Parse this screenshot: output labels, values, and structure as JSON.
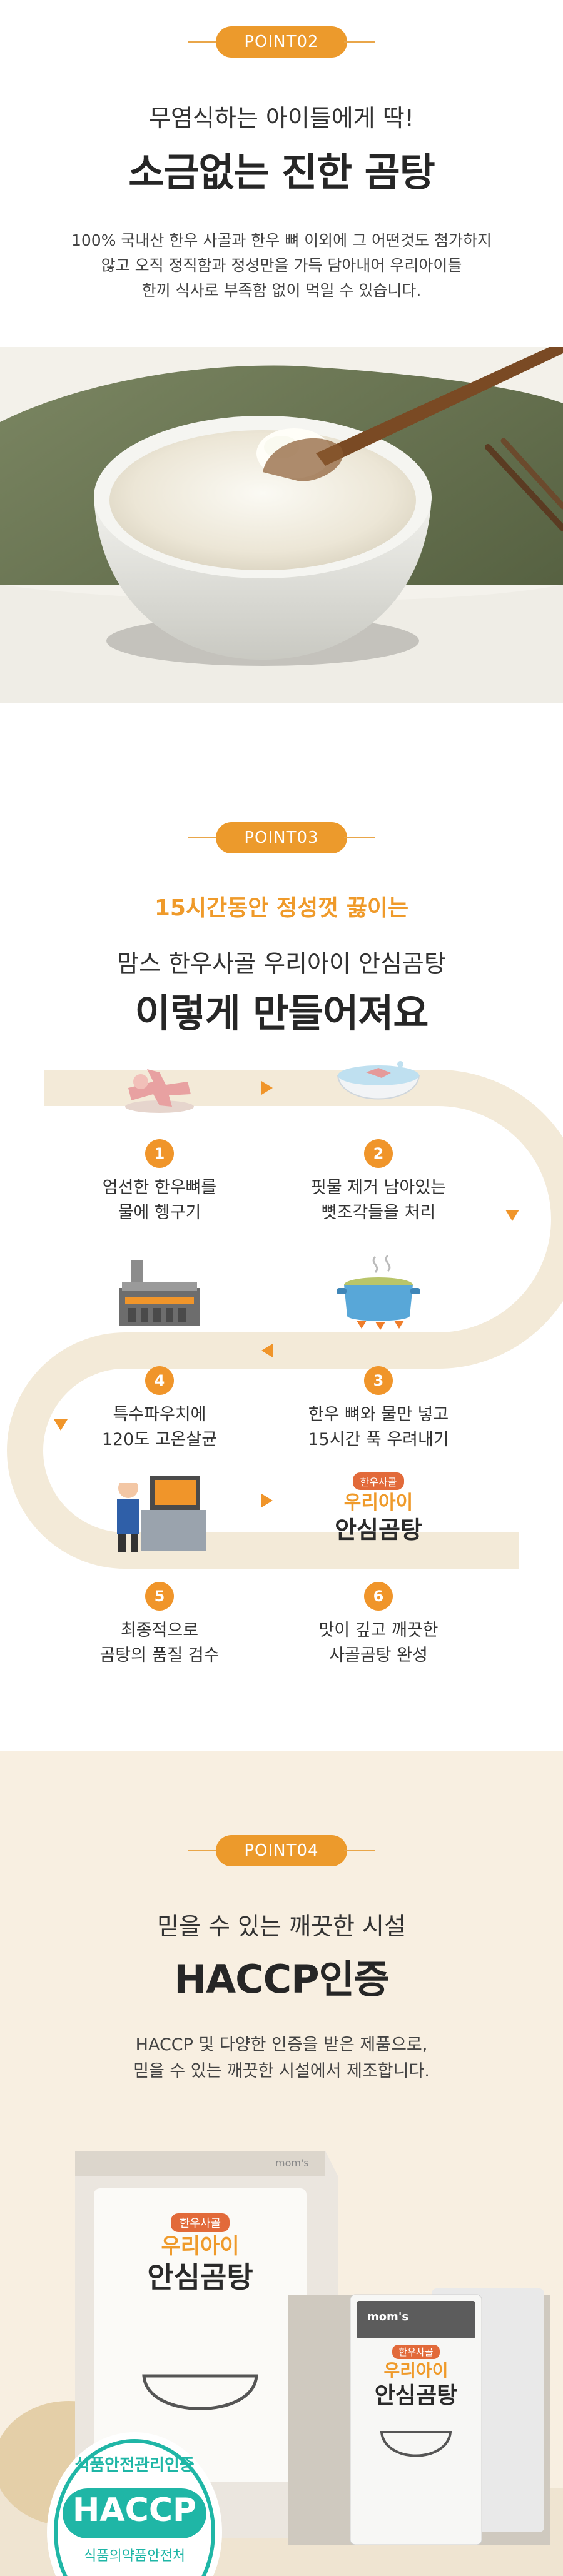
{
  "point2": {
    "badge": "POINT02",
    "subhead": "무염식하는 아이들에게 딱!",
    "headline": "소금없는 진한 곰탕",
    "body": [
      "100% 국내산 한우 사골과 한우 뼈 이외에 그 어떤것도 첨가하지",
      "않고 오직 정직함과 정성만을 가득 담아내어 우리아이들",
      "한끼 식사로 부족함 없이 먹일 수 있습니다."
    ]
  },
  "point3": {
    "badge": "POINT03",
    "orange_sub": "15시간동안 정성껏 끓이는",
    "subhead": "맘스 한우사골 우리아이 안심곰탕",
    "headline": "이렇게 만들어져요",
    "steps": [
      {
        "num": "1",
        "lines": [
          "엄선한 한우뼈를",
          "물에 헹구기"
        ]
      },
      {
        "num": "2",
        "lines": [
          "핏물 제거 남아있는",
          "뼛조각들을 처리"
        ]
      },
      {
        "num": "3",
        "lines": [
          "한우 뼈와 물만 넣고",
          "15시간 푹 우려내기"
        ]
      },
      {
        "num": "4",
        "lines": [
          "특수파우치에",
          "120도 고온살균"
        ]
      },
      {
        "num": "5",
        "lines": [
          "최종적으로",
          "곰탕의 품질 검수"
        ]
      },
      {
        "num": "6",
        "lines": [
          "맛이 깊고 깨끗한",
          "사골곰탕 완성"
        ]
      }
    ],
    "logo": {
      "tag": "한우사골",
      "line1": "우리아이",
      "line2": "안심곰탕"
    }
  },
  "point4": {
    "badge": "POINT04",
    "subhead": "믿을 수 있는 깨끗한 시설",
    "headline": "HACCP인증",
    "body": [
      "HACCP 및 다양한 인증을 받은 제품으로,",
      "믿을 수 있는 깨끗한 시설에서 제조합니다."
    ],
    "box": {
      "tag": "한우사골",
      "line1": "우리아이",
      "line2": "안심곰탕",
      "brand": "mom's"
    },
    "pouch": {
      "brand": "mom's",
      "tag": "한우사골",
      "line1": "우리아이",
      "line2": "안심곰탕"
    },
    "haccp": {
      "top": "식품안전관리인증",
      "mark": "HACCP",
      "bottom": "식품의약품안전처"
    }
  },
  "colors": {
    "accent": "#ec9a2c",
    "path": "#f3ead8",
    "beige_bg": "#f8efe1",
    "haccp": "#1fb6a6"
  }
}
